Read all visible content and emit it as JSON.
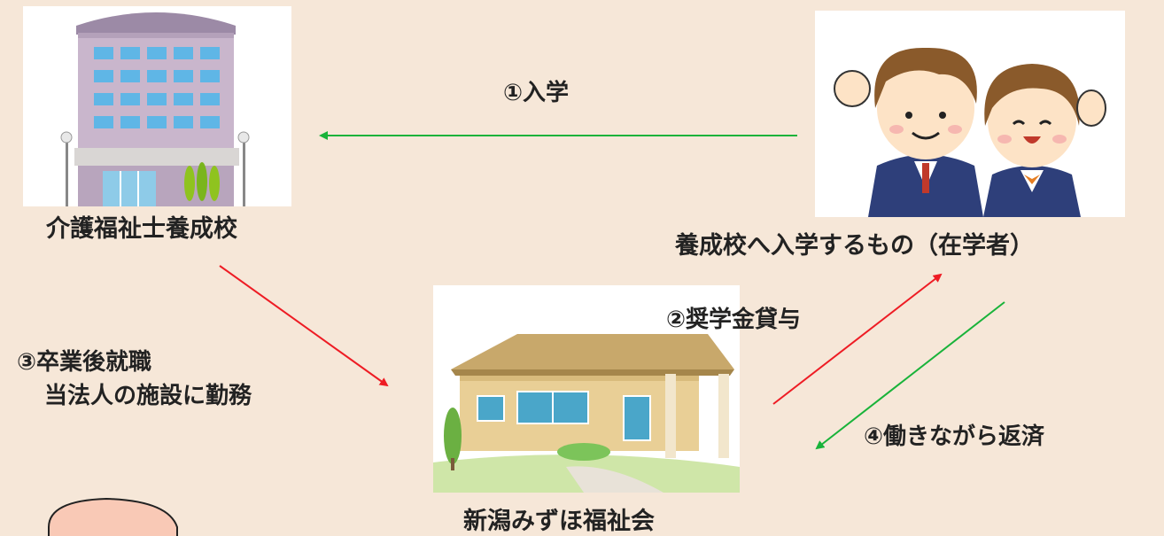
{
  "colors": {
    "background": "#f6e7d8",
    "arrow_green": "#19b33a",
    "arrow_red": "#ee1c24",
    "text": "#222222"
  },
  "nodes": {
    "school": {
      "label": "介護福祉士養成校",
      "icon": "school-building-icon"
    },
    "students": {
      "label": "養成校へ入学するもの（在学者）",
      "icon": "students-icon"
    },
    "corporation": {
      "label": "新潟みずほ福祉会",
      "icon": "welfare-facility-icon"
    }
  },
  "edges": {
    "enroll": {
      "label": "①入学",
      "color": "green",
      "from": "students",
      "to": "school"
    },
    "scholarship": {
      "label": "②奨学金貸与",
      "color": "red",
      "from": "corporation",
      "to": "students"
    },
    "employment": {
      "line1": "③卒業後就職",
      "line2": "当法人の施設に勤務",
      "color": "red",
      "from": "school",
      "to": "corporation"
    },
    "repay": {
      "label": "④働きながら返済",
      "color": "green",
      "from": "students",
      "to": "corporation"
    }
  }
}
